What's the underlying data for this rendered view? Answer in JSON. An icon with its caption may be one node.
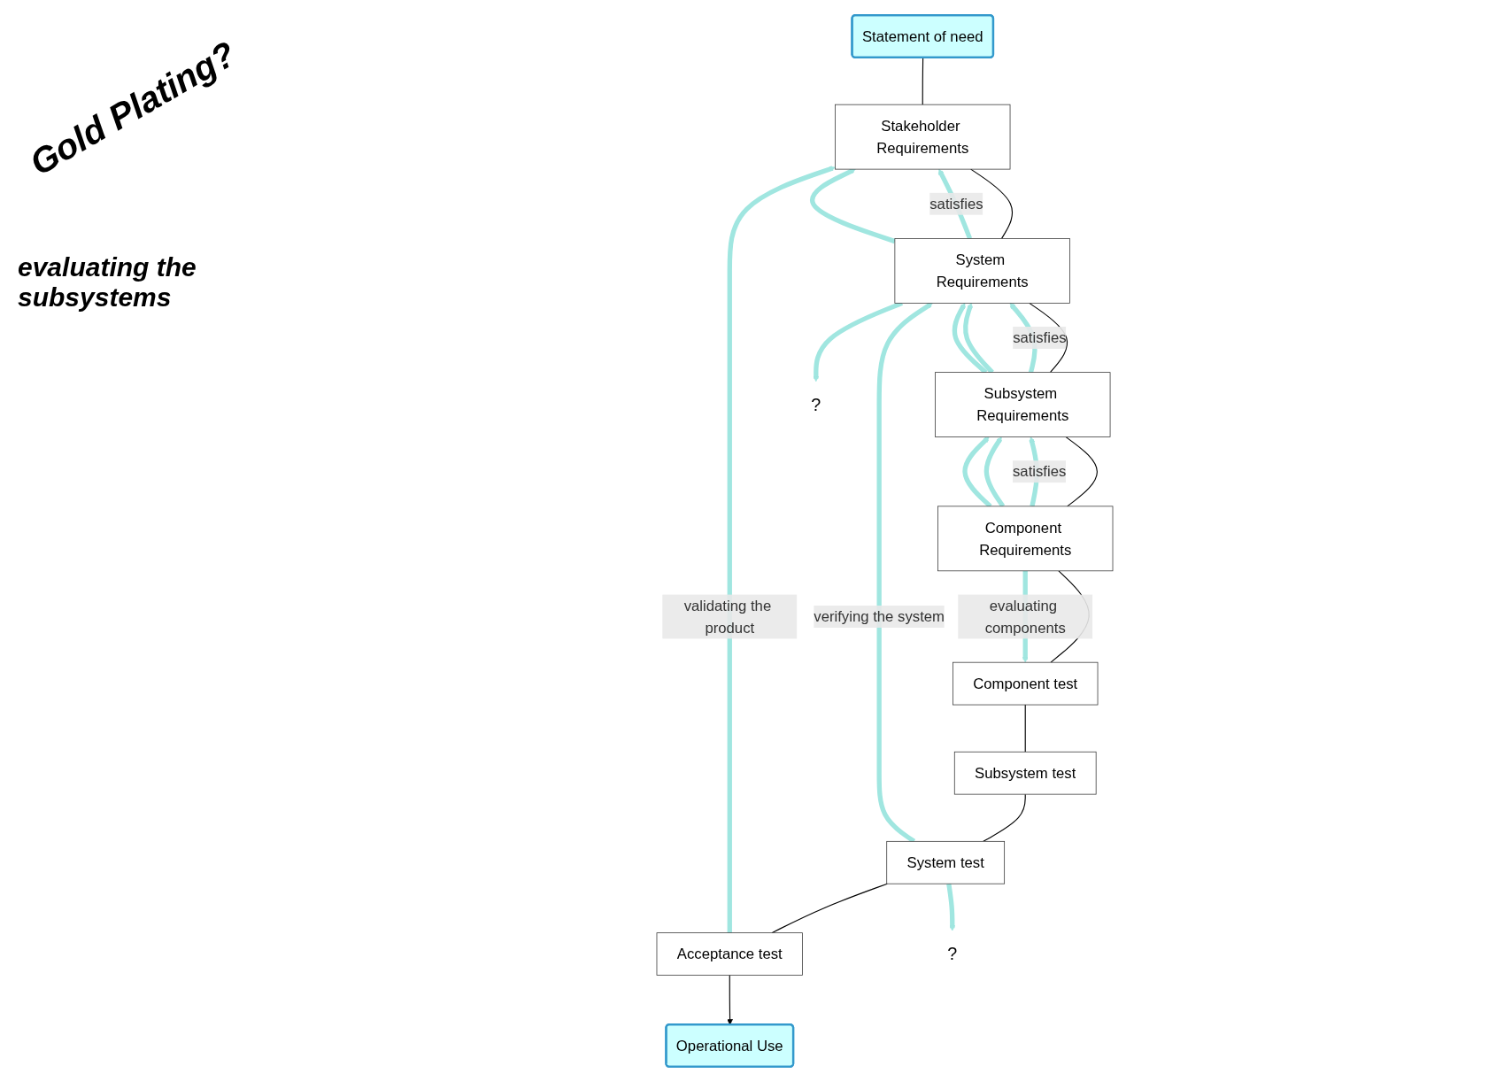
{
  "diagram": {
    "nodes": [
      {
        "text": [
          "Statement of need"
        ]
      },
      {
        "text": [
          "Operational Use"
        ]
      },
      {
        "text": [
          "Stakeholder Requirements"
        ]
      },
      {
        "text": [
          "System Requirements"
        ]
      },
      {
        "text": [
          "Subsystem Requirements"
        ]
      },
      {
        "text": [
          "Component Requirements"
        ]
      },
      {
        "text": [
          "Acceptance test"
        ]
      },
      {
        "text": [
          "System test"
        ]
      },
      {
        "text": [
          "Subsystem test"
        ]
      },
      {
        "text": [
          "Component test"
        ]
      },
      {
        "text": [
          "?"
        ]
      },
      {
        "text": [
          "?"
        ]
      }
    ],
    "edges": [
      {
        "from": 0,
        "to": 2,
        "arrow": "none",
        "color": "#000000"
      },
      {
        "from": 2,
        "to": 3,
        "arrow": "none",
        "color": "#000000"
      },
      {
        "from": 3,
        "to": 4,
        "arrow": "none",
        "color": "#000000"
      },
      {
        "from": 4,
        "to": 5,
        "arrow": "none",
        "color": "#000000"
      },
      {
        "from": 5,
        "to": 9,
        "arrow": "none",
        "color": "#000000"
      },
      {
        "from": 9,
        "to": 8,
        "arrow": "none",
        "color": "#000000"
      },
      {
        "from": 8,
        "to": 7,
        "arrow": "none",
        "color": "#000000"
      },
      {
        "from": 7,
        "to": 6,
        "arrow": "none",
        "color": "#000000"
      },
      {
        "from": 6,
        "to": 1,
        "arrow": "to",
        "color": "#000000"
      },
      {
        "from": 6,
        "to": 2,
        "arrow": "to",
        "label": "validating the product"
      },
      {
        "from": 3,
        "to": 2,
        "arrow": "to",
        "label": "satisfies"
      },
      {
        "from": 3,
        "to": 2,
        "arrow": "to"
      },
      {
        "from": 3,
        "to": 10,
        "arrow": "to"
      },
      {
        "from": 7,
        "to": 3,
        "arrow": "to",
        "label": "verifying the system"
      },
      {
        "from": 7,
        "to": 11,
        "arrow": "to"
      },
      {
        "from": 4,
        "to": 3,
        "arrow": "to",
        "label": "satisfies"
      },
      {
        "from": 4,
        "to": 3,
        "arrow": "to"
      },
      {
        "from": 4,
        "to": 3,
        "arrow": "to"
      },
      {
        "from": 5,
        "to": 4,
        "arrow": "to",
        "label": "satisfies"
      },
      {
        "from": 5,
        "to": 4,
        "arrow": "to"
      },
      {
        "from": 5,
        "to": 4,
        "arrow": "to"
      },
      {
        "from": 5,
        "to": 9,
        "arrow": "to",
        "label": "evaluating components"
      }
    ],
    "labels": [
      "Gold Plating?",
      "evaluating the subsystems"
    ]
  }
}
